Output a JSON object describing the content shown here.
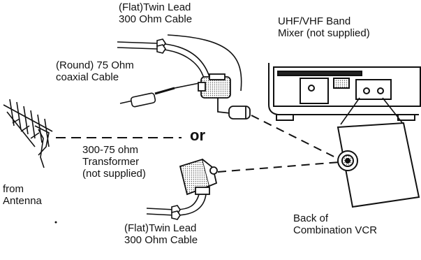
{
  "labels": {
    "twin_lead_top": "(Flat)Twin Lead\n300 Ohm Cable",
    "round_coax": "(Round) 75 Ohm\ncoaxial Cable",
    "band_mixer": "UHF/VHF Band\nMixer (not supplied)",
    "or_text": "or",
    "transformer": "300-75 ohm\nTransformer\n(not supplied)",
    "from_antenna": "from\nAntenna",
    "twin_lead_bottom": "(Flat)Twin Lead\n300 Ohm Cable",
    "back_of_vcr": "Back of\nCombination VCR"
  }
}
